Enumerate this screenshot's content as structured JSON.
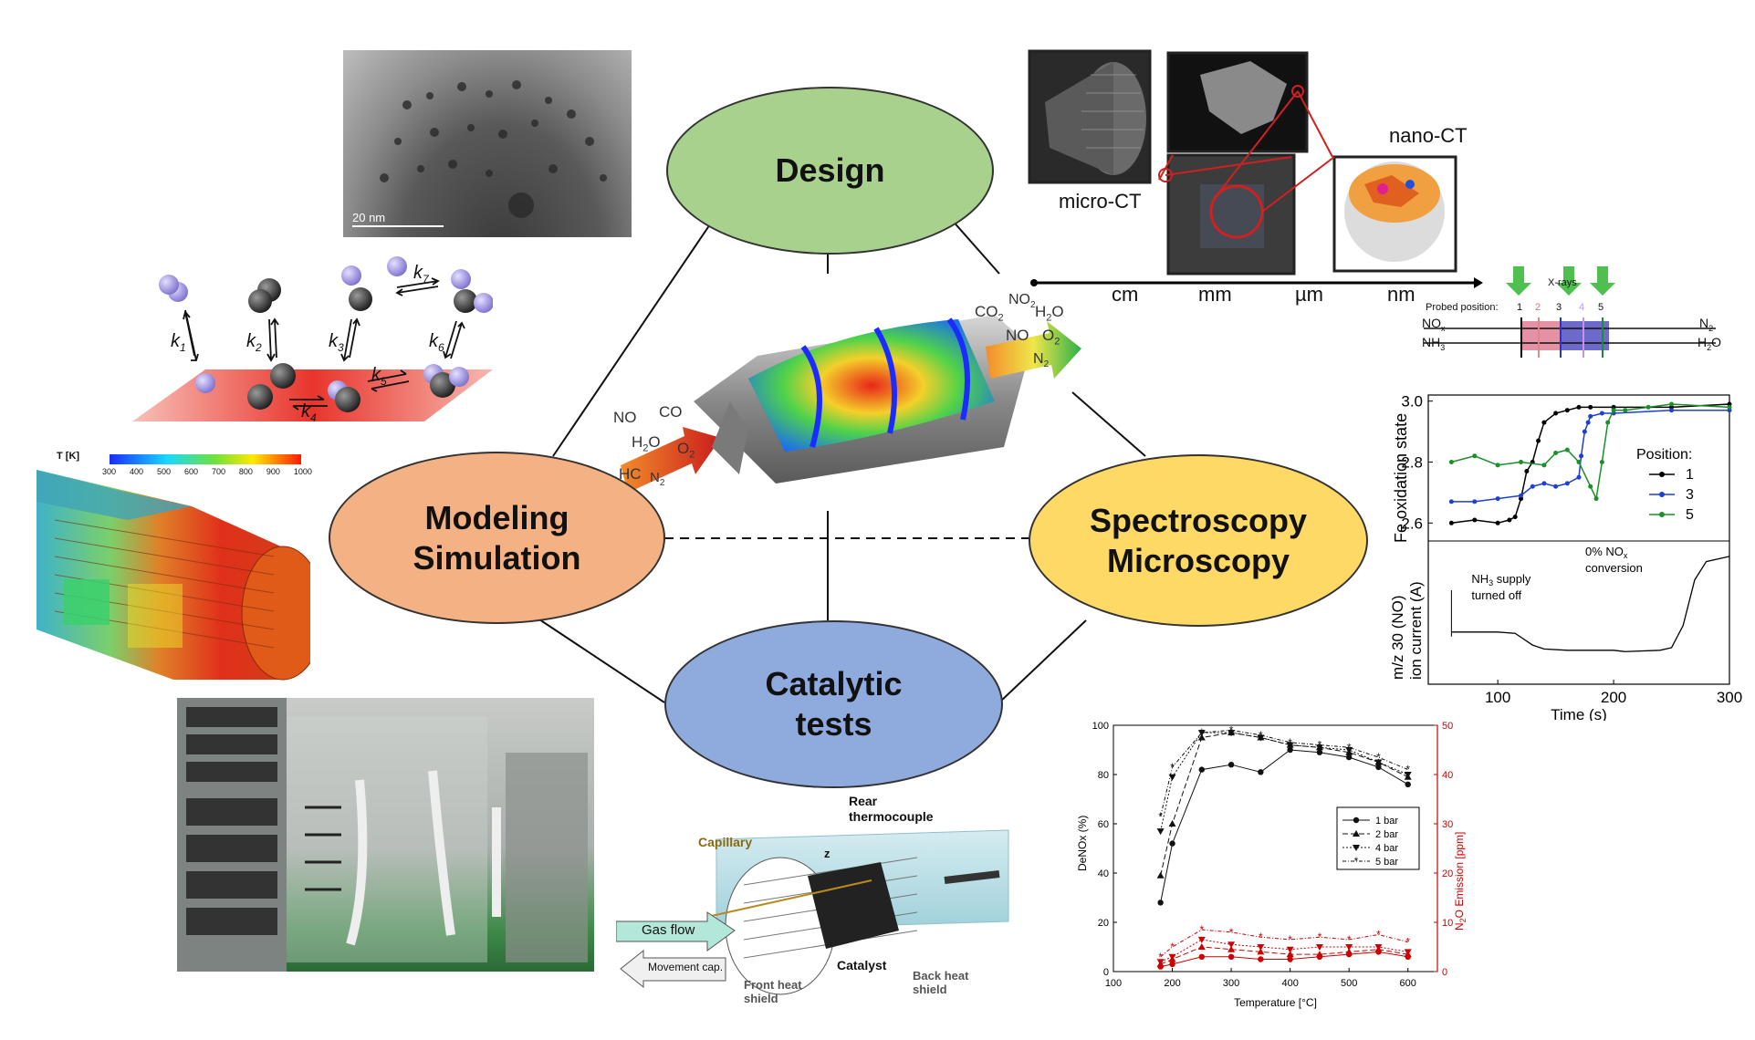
{
  "nodes": {
    "design": "Design",
    "modeling_line1": "Modeling",
    "modeling_line2": "Simulation",
    "spectro_line1": "Spectroscopy",
    "spectro_line2": "Microscopy",
    "catalytic_line1": "Catalytic",
    "catalytic_line2": "tests"
  },
  "colors": {
    "design": "#a9d18e",
    "modeling": "#f4b183",
    "spectro": "#ffd966",
    "catalytic": "#8faadc"
  },
  "tem": {
    "scale": "20 nm"
  },
  "kinetics": {
    "k1": "k",
    "k1s": "1",
    "k2": "k",
    "k2s": "2",
    "k3": "k",
    "k3s": "3",
    "k4": "k",
    "k4s": "4",
    "k5": "k",
    "k5s": "5",
    "k6": "k",
    "k6s": "6",
    "k7": "k",
    "k7s": "7"
  },
  "cfd": {
    "legend_title": "T [K]",
    "ticks": [
      "300",
      "400",
      "500",
      "600",
      "700",
      "800",
      "900",
      "1000"
    ]
  },
  "gases_in": {
    "no": "NO",
    "co": "CO",
    "h2o": "H",
    "h2o_sub": "2",
    "h2o_o": "O",
    "hc": "HC",
    "o2": "O",
    "o2_sub": "2",
    "n2": "N",
    "n2_sub": "2"
  },
  "gases_out": {
    "no2": "NO",
    "no2_sub": "2",
    "co2": "CO",
    "co2_sub": "2",
    "h2o": "H",
    "h2o_sub": "2",
    "h2o_o": "O",
    "no": "NO",
    "o2": "O",
    "o2_sub": "2",
    "n2": "N",
    "n2_sub": "2"
  },
  "ct": {
    "micro": "micro-CT",
    "nano": "nano-CT",
    "scale": [
      "cm",
      "mm",
      "µm",
      "nm"
    ]
  },
  "xray": {
    "title": "X-rays",
    "probed": "Probed position:",
    "positions": [
      "1",
      "2",
      "3",
      "4",
      "5"
    ],
    "nox": "NO",
    "nox_sub": "x",
    "nh3": "NH",
    "nh3_sub": "3",
    "n2": "N",
    "n2_sub": "2",
    "h2o": "H",
    "h2o_sub": "2",
    "h2o_o": "O"
  },
  "fe_chart": {
    "chart_data": {
      "type": "line",
      "ylabel": "Fe oxidation state",
      "ylim": [
        2.55,
        3.02
      ],
      "yticks": [
        "3.0",
        "2.8",
        "2.6"
      ],
      "legend_title": "Position:",
      "series": [
        {
          "name": "1",
          "color": "#000000",
          "x": [
            60,
            80,
            100,
            110,
            115,
            120,
            125,
            130,
            135,
            140,
            150,
            160,
            170,
            180,
            200,
            250,
            300
          ],
          "values": [
            2.6,
            2.61,
            2.6,
            2.61,
            2.62,
            2.68,
            2.77,
            2.8,
            2.87,
            2.93,
            2.96,
            2.97,
            2.98,
            2.98,
            2.98,
            2.98,
            2.99
          ]
        },
        {
          "name": "3",
          "color": "#1f3fd0",
          "x": [
            60,
            80,
            100,
            120,
            130,
            140,
            150,
            160,
            170,
            172,
            175,
            178,
            180,
            190,
            200,
            250,
            300
          ],
          "values": [
            2.67,
            2.67,
            2.68,
            2.69,
            2.72,
            2.73,
            2.72,
            2.73,
            2.75,
            2.82,
            2.9,
            2.93,
            2.95,
            2.96,
            2.96,
            2.97,
            2.97
          ]
        },
        {
          "name": "5",
          "color": "#1a8f2a",
          "x": [
            60,
            80,
            100,
            120,
            140,
            150,
            160,
            170,
            180,
            185,
            190,
            195,
            200,
            210,
            230,
            250,
            300
          ],
          "values": [
            2.8,
            2.82,
            2.79,
            2.8,
            2.79,
            2.83,
            2.84,
            2.8,
            2.72,
            2.68,
            2.8,
            2.93,
            2.97,
            2.97,
            2.98,
            2.99,
            2.98
          ]
        }
      ]
    }
  },
  "ms_chart": {
    "chart_data": {
      "type": "line",
      "ylabel_line1": "m/z 30 (NO)",
      "ylabel_line2": "ion current (A)",
      "xlabel": "Time (s)",
      "xlim": [
        40,
        300
      ],
      "xticks": [
        "100",
        "200",
        "300"
      ],
      "series": [
        {
          "x": [
            60,
            100,
            115,
            120,
            130,
            140,
            160,
            200,
            210,
            240,
            250,
            260,
            270,
            280,
            290,
            300
          ],
          "values": [
            0.4,
            0.4,
            0.39,
            0.36,
            0.3,
            0.27,
            0.26,
            0.26,
            0.25,
            0.26,
            0.28,
            0.45,
            0.8,
            0.94,
            0.96,
            0.98
          ]
        }
      ],
      "annotation1_a": "NH",
      "annotation1_sub": "3",
      "annotation1_b": " supply",
      "annotation1_c": "turned off",
      "annotation2_a": "0% NO",
      "annotation2_sub": "x",
      "annotation2_b": "conversion"
    }
  },
  "denox_chart": {
    "chart_data": {
      "type": "line",
      "xlabel": "Temperature [°C]",
      "ylabel_left": "DeNOx (%)",
      "ylabel_right_a": "N",
      "ylabel_right_sub": "2",
      "ylabel_right_b": "O Emission [ppm]",
      "xlim": [
        100,
        650
      ],
      "ylim": [
        0,
        100
      ],
      "ylim_right": [
        0,
        50
      ],
      "xticks": [
        "100",
        "200",
        "300",
        "400",
        "500",
        "600"
      ],
      "yticks": [
        "0",
        "20",
        "40",
        "60",
        "80",
        "100"
      ],
      "yticks_right": [
        "0",
        "10",
        "20",
        "30",
        "40",
        "50"
      ],
      "x": [
        180,
        200,
        250,
        300,
        350,
        400,
        450,
        500,
        550,
        600
      ],
      "series": [
        {
          "name": "1 bar",
          "values": [
            28,
            52,
            82,
            84,
            81,
            90,
            89,
            87,
            83,
            76
          ],
          "n2o": [
            1,
            1.5,
            3,
            3,
            2.5,
            2.5,
            3,
            3.5,
            4,
            3
          ]
        },
        {
          "name": "2 bar",
          "values": [
            39,
            60,
            95,
            97,
            95,
            92,
            91,
            89,
            85,
            79
          ],
          "n2o": [
            1.5,
            2.5,
            5,
            4.5,
            4,
            3.5,
            3.5,
            4,
            4.5,
            3.5
          ]
        },
        {
          "name": "4 bar",
          "values": [
            57,
            79,
            97,
            97,
            95,
            92,
            91,
            90,
            85,
            80
          ],
          "n2o": [
            2,
            3,
            6.5,
            5.5,
            5,
            4.5,
            5,
            5,
            5,
            4
          ]
        },
        {
          "name": "5 bar",
          "values": [
            63,
            83,
            97,
            98,
            96,
            93,
            92,
            91,
            87,
            82
          ],
          "n2o": [
            3,
            5,
            8.5,
            8,
            7,
            6.5,
            7,
            6.5,
            7.5,
            6
          ]
        }
      ]
    }
  },
  "reactor": {
    "rear": "Rear",
    "rear2": "thermocouple",
    "capillary": "Capillary",
    "z": "z",
    "gas_flow": "Gas flow",
    "movement": "Movement cap.",
    "front1": "Front heat",
    "front2": "shield",
    "catalyst": "Catalyst",
    "back1": "Back heat",
    "back2": "shield"
  }
}
